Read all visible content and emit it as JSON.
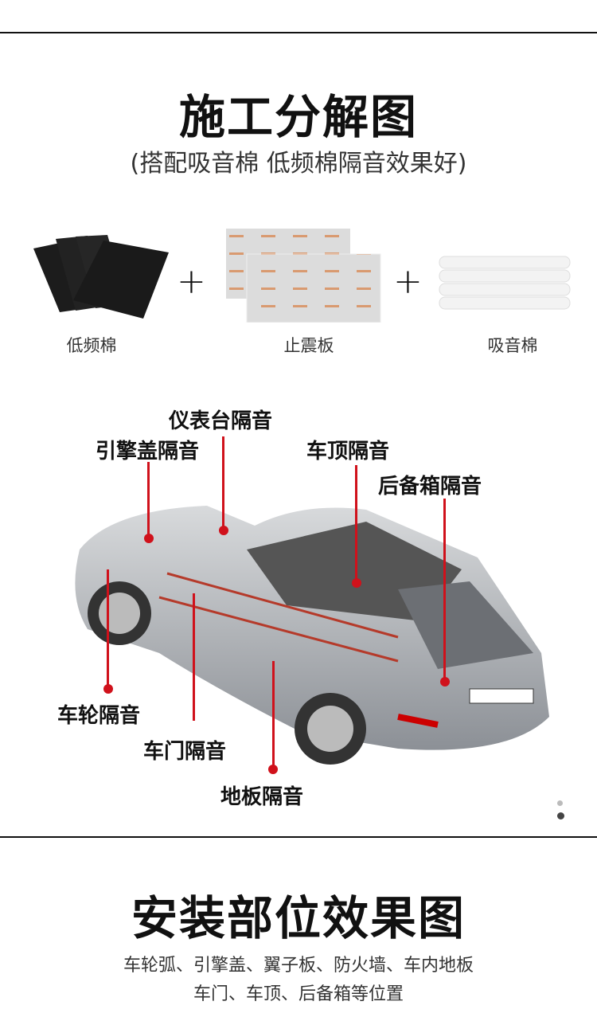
{
  "section1": {
    "title": "施工分解图",
    "subtitle": "(搭配吸音棉 低频棉隔音效果好)"
  },
  "products": [
    {
      "label": "低频棉",
      "icon": "black-foam-sheets"
    },
    {
      "label": "止震板",
      "icon": "aluminum-damping-sheets"
    },
    {
      "label": "吸音棉",
      "icon": "white-foam-rolls"
    }
  ],
  "plus_symbol": "+",
  "car_labels": {
    "dashboard": "仪表台隔音",
    "hood": "引擎盖隔音",
    "roof": "车顶隔音",
    "trunk": "后备箱隔音",
    "wheel": "车轮隔音",
    "door": "车门隔音",
    "floor": "地板隔音"
  },
  "accent_color": "#d0111b",
  "section2": {
    "title": "安装部位效果图",
    "line1": "车轮弧、引擎盖、翼子板、防火墙、车内地板",
    "line2": "车门、车顶、后备箱等位置"
  }
}
